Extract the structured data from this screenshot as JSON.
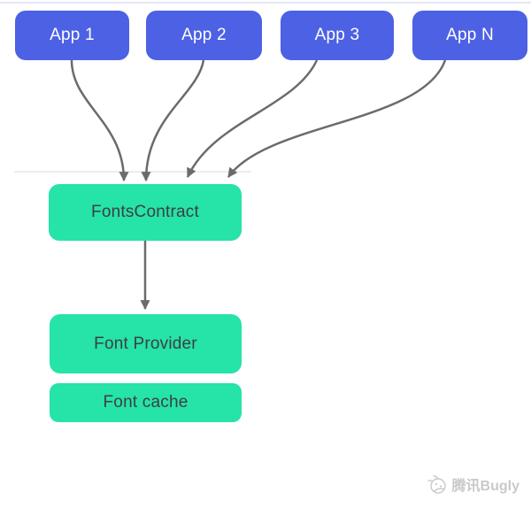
{
  "diagram": {
    "nodes": {
      "app1": {
        "label": "App 1"
      },
      "app2": {
        "label": "App 2"
      },
      "app3": {
        "label": "App 3"
      },
      "appN": {
        "label": "App N"
      },
      "fonts_contract": {
        "label": "FontsContract"
      },
      "font_provider": {
        "label": "Font Provider"
      },
      "font_cache": {
        "label": "Font cache"
      }
    },
    "edges": [
      {
        "from": "app1",
        "to": "fonts_contract",
        "style": "curved-arrow"
      },
      {
        "from": "app2",
        "to": "fonts_contract",
        "style": "curved-arrow"
      },
      {
        "from": "app3",
        "to": "fonts_contract",
        "style": "curved-arrow"
      },
      {
        "from": "appN",
        "to": "fonts_contract",
        "style": "curved-arrow"
      },
      {
        "from": "fonts_contract",
        "to": "font_provider",
        "style": "straight-arrow"
      }
    ],
    "colors": {
      "app_fill": "#4D61E4",
      "app_text": "#FFFFFF",
      "service_fill": "#26E3A7",
      "service_text": "#3C4043",
      "arrow": "#6B6B6B",
      "watermark": "#C9C9C9",
      "background": "#FFFFFF"
    }
  },
  "watermark": {
    "text": "腾讯Bugly",
    "logo": "bugly-ladybug-icon"
  }
}
